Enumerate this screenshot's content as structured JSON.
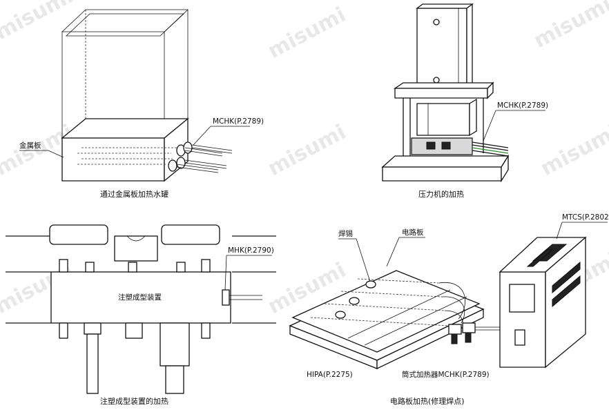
{
  "watermark": "misumi",
  "panels": {
    "tank": {
      "caption": "通过金属板加热水罐",
      "label_plate": "金属板",
      "label_product": "MCHK(P.2789)"
    },
    "press": {
      "caption": "压力机的加热",
      "label_product": "MCHK(P.2789)"
    },
    "mold": {
      "caption": "注塑成型装置的加热",
      "center_label": "注塑成型装置",
      "label_product": "MHK(P.2790)"
    },
    "pcb": {
      "caption": "电路板加热(修理焊点)",
      "label_solder": "焊锡",
      "label_board": "电路板",
      "label_controller": "MTCS(P.2802)",
      "label_hipa": "HIPA(P.2275)",
      "label_heater": "筒式加热器MCHK(P.2789)"
    }
  },
  "colors": {
    "line": "#111111",
    "watermark": "#d6d6d6",
    "panel_fill": "#d9d9d9",
    "cable_accent": "#2a8a2a"
  }
}
